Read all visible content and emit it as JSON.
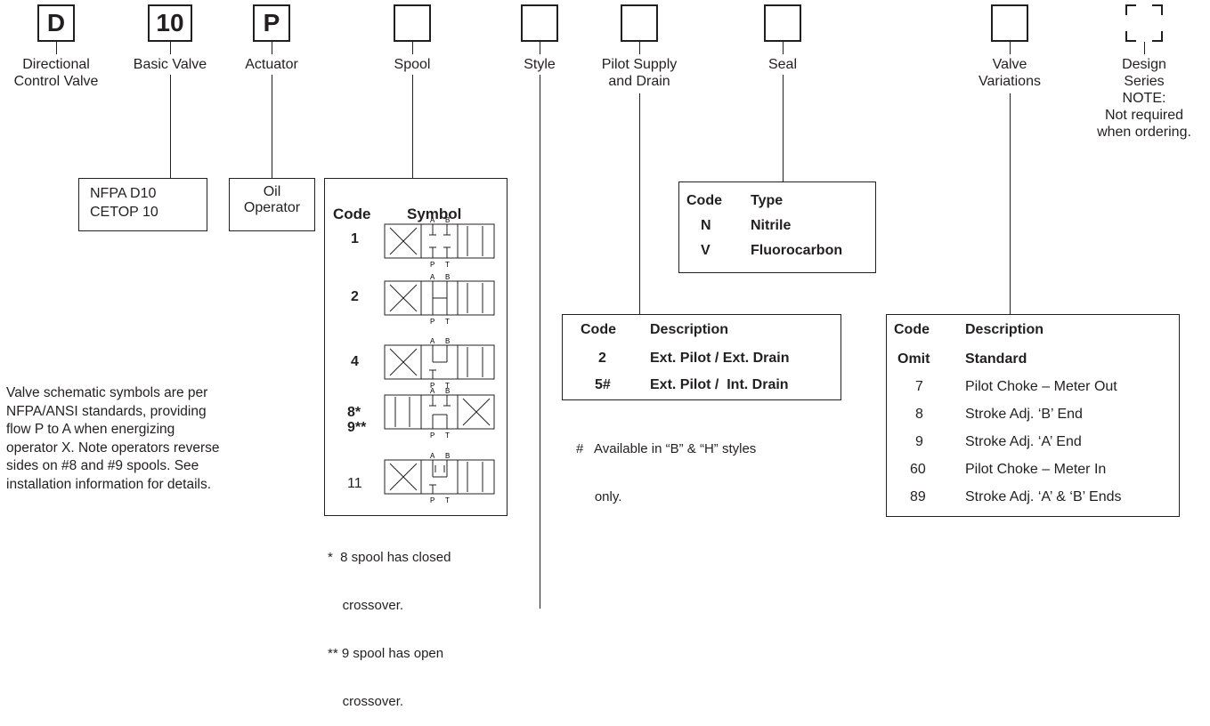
{
  "fields": [
    {
      "code": "D",
      "caption": [
        "Directional",
        "Control Valve"
      ]
    },
    {
      "code": "10",
      "caption": [
        "Basic Valve"
      ]
    },
    {
      "code": "P",
      "caption": [
        "Actuator"
      ]
    },
    {
      "code": "",
      "caption": [
        "Spool"
      ]
    },
    {
      "code": "",
      "caption": [
        "Style"
      ]
    },
    {
      "code": "",
      "caption": [
        "Pilot Supply",
        "and Drain"
      ]
    },
    {
      "code": "",
      "caption": [
        "Seal"
      ]
    },
    {
      "code": "",
      "caption": [
        "Valve",
        "Variations"
      ]
    },
    {
      "code": "",
      "caption": [
        "Design",
        "Series"
      ]
    }
  ],
  "design_note": [
    "NOTE:",
    "Not required",
    "when ordering."
  ],
  "basic_valve_box": [
    "NFPA D10",
    "CETOP 10"
  ],
  "actuator_box": [
    "Oil",
    "Operator"
  ],
  "spool_table": {
    "headers": [
      "Code",
      "Symbol"
    ],
    "rows": [
      {
        "code": "1"
      },
      {
        "code": "2"
      },
      {
        "code": "4"
      },
      {
        "code": "8*\n9**"
      },
      {
        "code": "11"
      }
    ],
    "port_labels": {
      "a": "A",
      "b": "B",
      "p": "P",
      "t": "T"
    },
    "footnotes": [
      "*  8 spool has closed",
      "    crossover.",
      "** 9 spool has open",
      "    crossover."
    ]
  },
  "seal_table": {
    "headers": [
      "Code",
      "Type"
    ],
    "rows": [
      {
        "code": "N",
        "desc": "Nitrile"
      },
      {
        "code": "V",
        "desc": "Fluorocarbon"
      }
    ]
  },
  "pilot_table": {
    "headers": [
      "Code",
      "Description"
    ],
    "rows": [
      {
        "code": "2",
        "desc": "Ext. Pilot / Ext. Drain"
      },
      {
        "code": "5#",
        "desc": "Ext. Pilot /  Int. Drain"
      }
    ],
    "footnote": [
      "#   Available in “B” & “H” styles",
      "     only."
    ]
  },
  "variations_table": {
    "headers": [
      "Code",
      "Description"
    ],
    "rows": [
      {
        "code": "Omit",
        "desc": "Standard"
      },
      {
        "code": "7",
        "desc": "Pilot Choke – Meter Out"
      },
      {
        "code": "8",
        "desc": "Stroke Adj. ‘B’ End"
      },
      {
        "code": "9",
        "desc": "Stroke Adj. ‘A’ End"
      },
      {
        "code": "60",
        "desc": "Pilot Choke – Meter In"
      },
      {
        "code": "89",
        "desc": "Stroke Adj. ‘A’ & ‘B’ Ends"
      }
    ]
  },
  "schematic_note": [
    "Valve schematic symbols are per",
    "NFPA/ANSI standards, providing",
    "flow P to A when energizing",
    "operator X. Note operators reverse",
    "sides on #8 and #9 spools. See",
    "installation information for details."
  ]
}
